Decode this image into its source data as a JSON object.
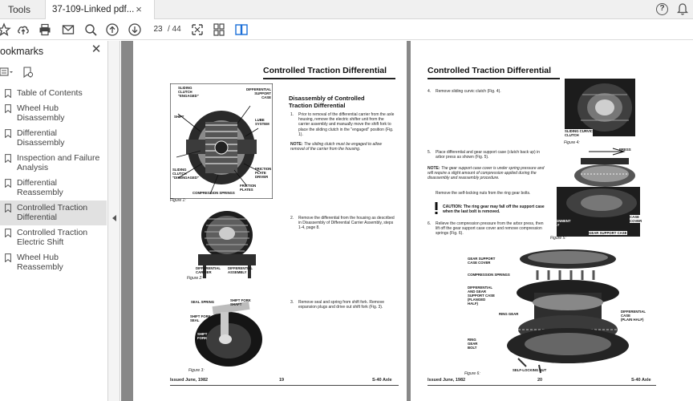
{
  "tabs": {
    "tools": "Tools",
    "document": "37-109-Linked pdf..."
  },
  "toolbar": {
    "current_page": "23",
    "total_pages": "/ 44"
  },
  "bookmarks": {
    "title": "ookmarks",
    "items": [
      {
        "label": "Table of Contents"
      },
      {
        "label": "Wheel Hub Disassembly"
      },
      {
        "label": "Differential Disassembly"
      },
      {
        "label": "Inspection and Failure Analysis"
      },
      {
        "label": "Differential Reassembly"
      },
      {
        "label": "Controlled Traction Differential",
        "selected": true
      },
      {
        "label": "Controlled Traction Electric Shift"
      },
      {
        "label": "Wheel Hub Reassembly"
      }
    ]
  },
  "left_page": {
    "title": "Controlled Traction Differential",
    "section_title": "Disassembly of Controlled Traction Differential",
    "steps": [
      {
        "n": "1.",
        "text": "Prior to removal of the differential carrier from the axle housing, remove the electric shifter unit from the carrier assembly and manually move the shift fork to place the sliding clutch in the \"engaged\" position (Fig. 1)."
      },
      {
        "n": "2.",
        "text": "Remove the differential from the housing as described in Disassembly of Differential Carrier Assembly, steps 1-4, page 8."
      },
      {
        "n": "3.",
        "text": "Remove seal and spring from shift fork. Remove expansion plugs and drive out shift fork (Fig. 3)."
      }
    ],
    "note": {
      "label": "NOTE:",
      "text": "The sliding clutch must be engaged to allow removal of the carrier from the housing."
    },
    "figures": {
      "f1": "Figure 1:",
      "f2": "Figure 2:",
      "f3": "Figure 3:"
    },
    "fig1_callouts": {
      "sliding_engaged": "SLIDING\nCLUTCH\n\"ENGAGED\"",
      "diff_support": "DIFFERENTIAL\nSUPPORT\nCASE",
      "shift": "SHIFT",
      "lube": "LUBE\nSYSTEM",
      "sliding_disengaged": "SLIDING\nCLUTCH\n\"DISENGAGED\"",
      "friction_driver": "FRICTION\nPLATE\nDRIVER",
      "friction_plates": "FRICTION\nPLATES",
      "springs": "COMPRESSION SPRINGS"
    },
    "fig2_callouts": {
      "carrier": "DIFFERENTIAL\nCARRIER",
      "assembly": "DIFFERENTIAL\nASSEMBLY"
    },
    "fig3_callouts": {
      "seal_spring": "SEAL SPRING",
      "shift_fork_shaft": "SHIFT FORK\nSHAFT",
      "shift_fork_seal": "SHIFT FORK\nSEAL",
      "shift_fork": "SHIFT\nFORK"
    },
    "footer": {
      "issued": "Issued June, 1982",
      "page": "19",
      "model": "S-40 Axle"
    }
  },
  "right_page": {
    "title": "Controlled Traction Differential",
    "steps": [
      {
        "n": "4.",
        "text": "Remove sliding curvic clutch (Fig. 4)."
      },
      {
        "n": "5.",
        "text": "Place differential and gear support case (clutch back up) in arbor press as shown (Fig. 5)."
      },
      {
        "n": "6.",
        "text": "Relieve the compression pressure from the arbor press, then lift off the gear support case cover and remove compression springs (Fig. 6)."
      }
    ],
    "note": {
      "label": "NOTE:",
      "text": "The gear support case cover is under spring pressure and will require a slight amount of compression applied during the disassembly and reassembly procedure."
    },
    "remove_bolts": "Remove the self-locking nuts from the ring gear bolts.",
    "caution": "CAUTION: The ring gear may fall off the support case when the last bolt is removed.",
    "figures": {
      "f4": "Figure 4:",
      "f5": "Figure 5:",
      "f6": "Figure 6:"
    },
    "fig4_callouts": {
      "curvic": "SLIDING CURVIC\nCLUTCH"
    },
    "fig5_callouts": {
      "press": "PRESS",
      "alignment": "ALIGNMENT\nBOLT",
      "case_cover": "CASE\nCOVER",
      "gear_support": "GEAR SUPPORT CASE"
    },
    "fig6_callouts": {
      "gear_support_cover": "GEAR SUPPORT\nCASE COVER",
      "springs": "COMPRESSION SPRINGS",
      "diff_flanged": "DIFFERENTIAL\nAND GEAR\nSUPPORT CASE\n(FLANGED\nHALF)",
      "ring_gear": "RING GEAR",
      "diff_plain": "DIFFERENTIAL\nCASE\n(PLAIN HALF)",
      "ring_gear_bolt": "RING\nGEAR\nBOLT",
      "nut": "SELF-LOCKING NUT"
    },
    "footer": {
      "issued": "Issued June, 1982",
      "page": "20",
      "model": "S-40 Axle"
    }
  }
}
